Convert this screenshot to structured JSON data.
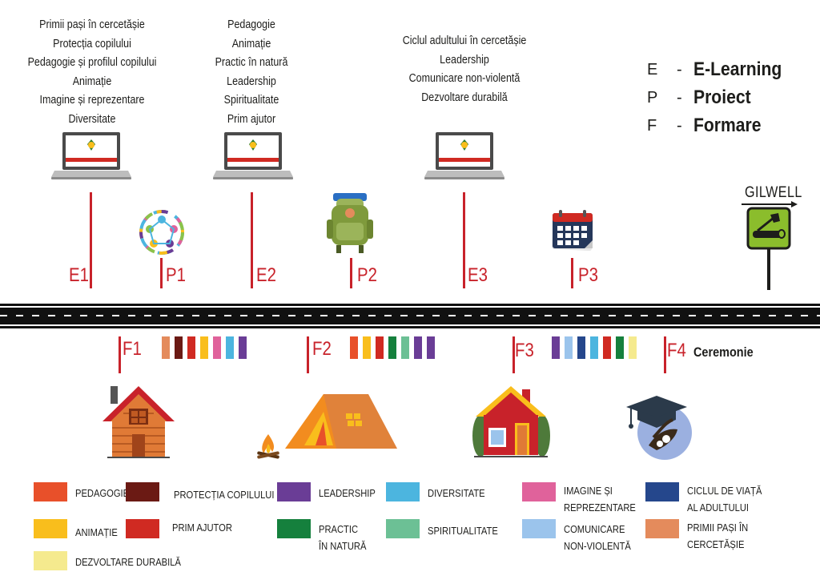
{
  "elearning": [
    {
      "mark": "E1",
      "topics": [
        "Primii pași în cercetășie",
        "Protecția copilului",
        "Pedagogie și profilul copilului",
        "Animație",
        "Imagine și reprezentare",
        "Diversitate"
      ]
    },
    {
      "mark": "E2",
      "topics": [
        "Pedagogie",
        "Animație",
        "Practic în natură",
        "Leadership",
        "Spiritualitate",
        "Prim ajutor"
      ]
    },
    {
      "mark": "E3",
      "topics": [
        "Ciclul adultului în cercetășie",
        "Leadership",
        "Comunicare non-violentă",
        "Dezvoltare durabilă"
      ]
    }
  ],
  "projects": [
    {
      "mark": "P1",
      "icon": "network-wheel-icon"
    },
    {
      "mark": "P2",
      "icon": "backpack-icon"
    },
    {
      "mark": "P3",
      "icon": "calendar-icon"
    }
  ],
  "legend": [
    {
      "key": "E",
      "dash": "-",
      "value": "E-Learning"
    },
    {
      "key": "P",
      "dash": "-",
      "value": "Proiect"
    },
    {
      "key": "F",
      "dash": "-",
      "value": "Formare"
    }
  ],
  "destination": {
    "label": "GILWELL",
    "icon": "axe-log-sign-icon"
  },
  "formations": [
    {
      "mark": "F1",
      "icon": "log-cabin-icon",
      "swatches": [
        "primii",
        "protectia",
        "prim_ajutor",
        "animatie",
        "imagine",
        "diversitate",
        "leadership"
      ]
    },
    {
      "mark": "F2",
      "icon": "tent-icon",
      "swatches": [
        "pedagogie",
        "animatie",
        "prim_ajutor",
        "practic",
        "spiritualitate",
        "leadership",
        "leadership"
      ]
    },
    {
      "mark": "F3",
      "icon": "house-icon",
      "swatches": [
        "leadership",
        "comunicare",
        "ciclul",
        "diversitate",
        "prim_ajutor",
        "practic",
        "dezvoltare"
      ]
    },
    {
      "mark": "F4",
      "icon": "graduation-cap-icon",
      "label": "Ceremonie"
    }
  ],
  "categories": [
    {
      "id": "pedagogie",
      "label": "Pedagogie",
      "color": "#e8502a"
    },
    {
      "id": "protectia",
      "label": "Protecția copilului",
      "color": "#6b1a14"
    },
    {
      "id": "leadership",
      "label": "Leadership",
      "color": "#6a3d96"
    },
    {
      "id": "diversitate",
      "label": "Diversitate",
      "color": "#4cb5df"
    },
    {
      "id": "imagine",
      "label": "Imagine și reprezentare",
      "color": "#e0629b"
    },
    {
      "id": "ciclul",
      "label": "Ciclul de viață al adultului",
      "color": "#25478c"
    },
    {
      "id": "animatie",
      "label": "Animație",
      "color": "#f9be1c"
    },
    {
      "id": "prim_ajutor",
      "label": "Prim ajutor",
      "color": "#d02a22"
    },
    {
      "id": "practic",
      "label": "Practic în natură",
      "color": "#15803d"
    },
    {
      "id": "spiritualitate",
      "label": "Spiritualitate",
      "color": "#6cc095"
    },
    {
      "id": "comunicare",
      "label": "Comunicare non-violentă",
      "color": "#9bc4ec"
    },
    {
      "id": "primii",
      "label": "Primii pași în cercetășie",
      "color": "#e48b5c"
    },
    {
      "id": "dezvoltare",
      "label": "Dezvoltare durabilă",
      "color": "#f5ea8e"
    }
  ]
}
